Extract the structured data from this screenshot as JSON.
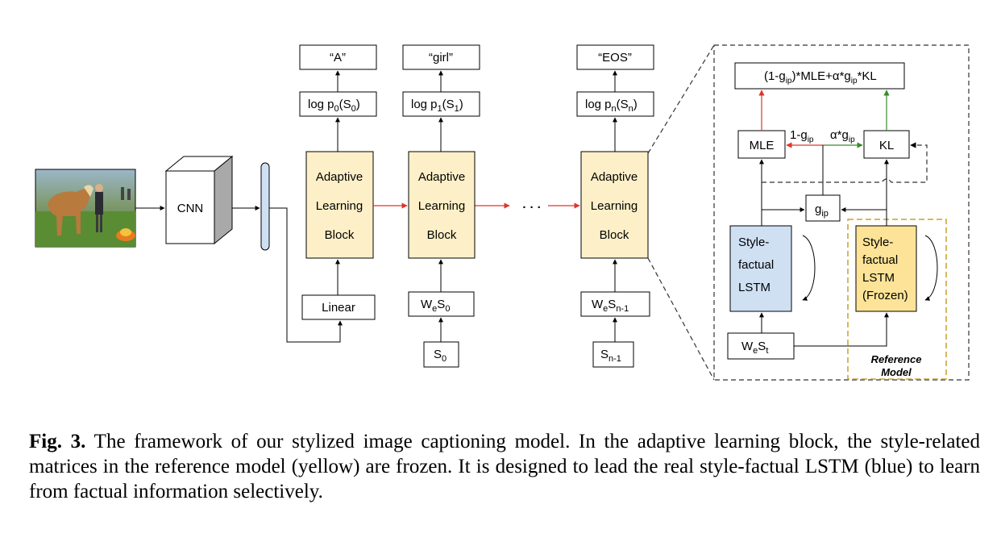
{
  "diagram": {
    "cnn_label": "CNN",
    "linear_label": "Linear",
    "blocks": [
      {
        "line1": "Adaptive",
        "line2": "Learning",
        "line3": "Block"
      },
      {
        "line1": "Adaptive",
        "line2": "Learning",
        "line3": "Block"
      },
      {
        "line1": "Adaptive",
        "line2": "Learning",
        "line3": "Block"
      }
    ],
    "outputs": [
      "“A”",
      "“girl”",
      "“EOS”"
    ],
    "logp_base": "log p",
    "logp": [
      {
        "sub": "0",
        "arg": "S",
        "argsub": "0"
      },
      {
        "sub": "1",
        "arg": "S",
        "argsub": "1"
      },
      {
        "sub": "n",
        "arg": "S",
        "argsub": "n"
      }
    ],
    "embed": [
      {
        "we": "W",
        "we_sub": "e",
        "s": "S",
        "s_sub": "0"
      },
      {
        "we": "W",
        "we_sub": "e",
        "s": "S",
        "s_sub": "n-1"
      }
    ],
    "inputs": [
      {
        "s": "S",
        "sub": "0"
      },
      {
        "s": "S",
        "sub": "n-1"
      }
    ],
    "ellipsis": "· · ·",
    "detail": {
      "loss_formula": "(1-g",
      "loss_sub1": "ip",
      "loss_mid": ")*MLE+α*g",
      "loss_sub2": "ip",
      "loss_end": "*KL",
      "mle": "MLE",
      "kl": "KL",
      "one_minus_g": "1-g",
      "one_minus_g_sub": "ip",
      "alpha_g": "α*g",
      "alpha_g_sub": "ip",
      "g": "g",
      "g_sub": "ip",
      "style_lstm": [
        "Style-",
        "factual",
        "LSTM"
      ],
      "frozen_lstm": [
        "Style-",
        "factual",
        "LSTM",
        "(Frozen)"
      ],
      "we_st": {
        "we": "W",
        "we_sub": "e",
        "s": "S",
        "s_sub": "t"
      },
      "reference_model": [
        "Reference",
        "Model"
      ]
    },
    "colors": {
      "block_fill": "#fdf0c8",
      "blue_lstm": "#cfe0f3",
      "yellow_lstm": "#fce397",
      "red_arrow": "#e0342f",
      "green_arrow": "#3a8a2a",
      "reference_border": "#c9a227"
    }
  },
  "caption": {
    "label": "Fig. 3.",
    "text": "The framework of our stylized image captioning model. In the adaptive learning block, the style-related matrices in the reference model (yellow) are frozen. It is designed to lead the real style-factual LSTM (blue) to learn from factual information selectively."
  }
}
